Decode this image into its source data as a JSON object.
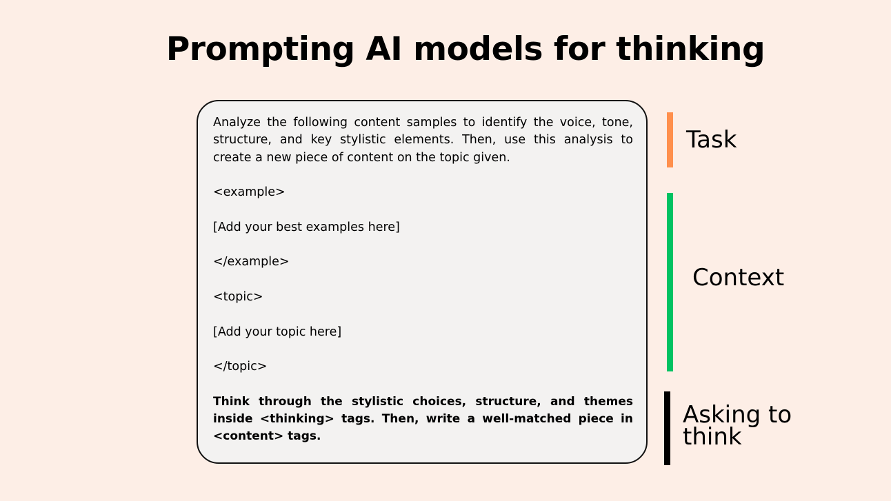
{
  "title": "Prompting AI models for thinking",
  "prompt": {
    "task": "Analyze the following content samples to identify the voice, tone, structure, and key stylistic elements. Then, use this analysis to create a new piece of content on the topic given.",
    "example_open": "<example>",
    "example_body": "[Add your best examples here]",
    "example_close": "</example>",
    "topic_open": "<topic>",
    "topic_body": "[Add your topic here]",
    "topic_close": "</topic>",
    "thinking_instruction": "Think through the stylistic choices, structure, and themes inside <thinking> tags. Then, write a well-matched piece in <content> tags."
  },
  "annotations": [
    {
      "label": "Task",
      "color": "#ff8f4c"
    },
    {
      "label": "Context",
      "color": "#00c262"
    },
    {
      "label": "Asking to think",
      "color": "#000000"
    }
  ]
}
